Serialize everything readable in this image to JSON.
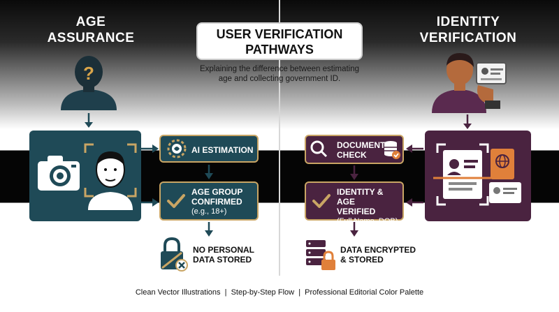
{
  "header": {
    "left_title": [
      "AGE",
      "ASSURANCE"
    ],
    "right_title": [
      "IDENTITY",
      "VERIFICATION"
    ],
    "center_title": [
      "USER VERIFICATION",
      "PATHWAYS"
    ],
    "subtitle": [
      "Explaining the difference between estimating",
      "age and collecting government ID."
    ]
  },
  "left_flow": {
    "step1": "AI ESTIMATION",
    "step2_lines": [
      "AGE GROUP",
      "CONFIRMED"
    ],
    "step2_note": "(e.g., 18+)",
    "result_lines": [
      "NO PERSONAL",
      "DATA STORED"
    ]
  },
  "right_flow": {
    "step1_lines": [
      "DOCUMENT",
      "CHECK"
    ],
    "step2_lines": [
      "IDENTITY & AGE",
      "VERIFIED"
    ],
    "step2_note": "(Full Name, DOB)",
    "result_lines": [
      "DATA ENCRYPTED",
      "& STORED"
    ]
  },
  "footer": "Clean Vector Illustrations  |  Step-by-Step Flow  |  Professional Editorial Color Palette",
  "colors": {
    "teal_panel": "#1f4a57",
    "purple_panel": "#4a2340",
    "gold_border": "#c9a564",
    "skin": "#b46a3c",
    "accent_orange": "#e0803a"
  }
}
